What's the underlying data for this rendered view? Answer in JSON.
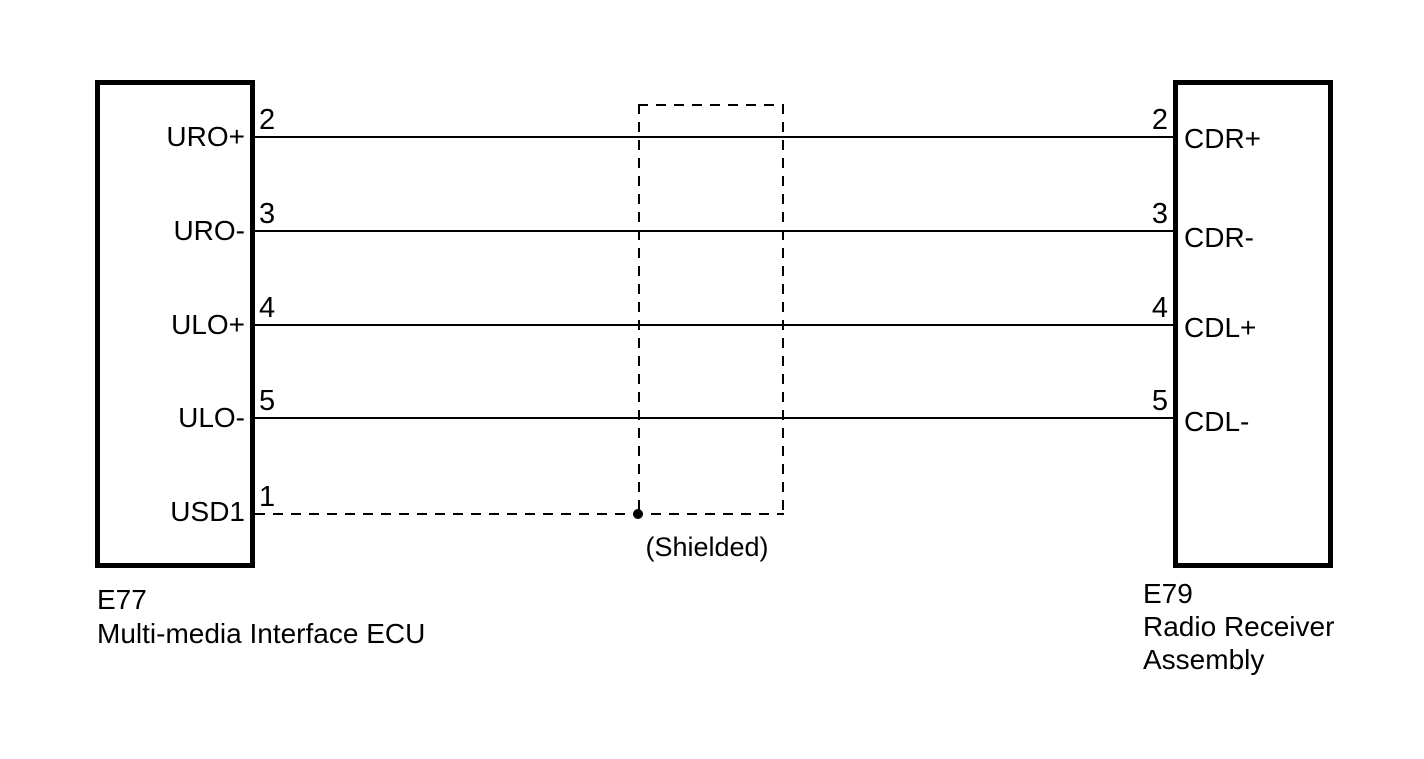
{
  "diagram": {
    "background_color": "#ffffff",
    "line_color": "#000000",
    "shield_label": "(Shielded)",
    "left_connector": {
      "code": "E77",
      "name": "Multi-media Interface ECU",
      "caption": "E77\nMulti-media Interface ECU",
      "pins": [
        {
          "label": "URO+",
          "number": "2"
        },
        {
          "label": "URO-",
          "number": "3"
        },
        {
          "label": "ULO+",
          "number": "4"
        },
        {
          "label": "ULO-",
          "number": "5"
        },
        {
          "label": "USD1",
          "number": "1"
        }
      ]
    },
    "right_connector": {
      "code": "E79",
      "name": "Radio Receiver Assembly",
      "caption": "E79\nRadio Receiver\nAssembly",
      "pins": [
        {
          "label": "CDR+",
          "number": "2"
        },
        {
          "label": "CDR-",
          "number": "3"
        },
        {
          "label": "CDL+",
          "number": "4"
        },
        {
          "label": "CDL-",
          "number": "5"
        }
      ]
    },
    "wires": [
      {
        "from": "E77 pin 2 (URO+)",
        "to": "E79 pin 2 (CDR+)",
        "style": "solid"
      },
      {
        "from": "E77 pin 3 (URO-)",
        "to": "E79 pin 3 (CDR-)",
        "style": "solid"
      },
      {
        "from": "E77 pin 4 (ULO+)",
        "to": "E79 pin 4 (CDL+)",
        "style": "solid"
      },
      {
        "from": "E77 pin 5 (ULO-)",
        "to": "E79 pin 5 (CDL-)",
        "style": "solid"
      },
      {
        "from": "E77 pin 1 (USD1)",
        "to": "shield",
        "style": "dashed"
      }
    ]
  }
}
